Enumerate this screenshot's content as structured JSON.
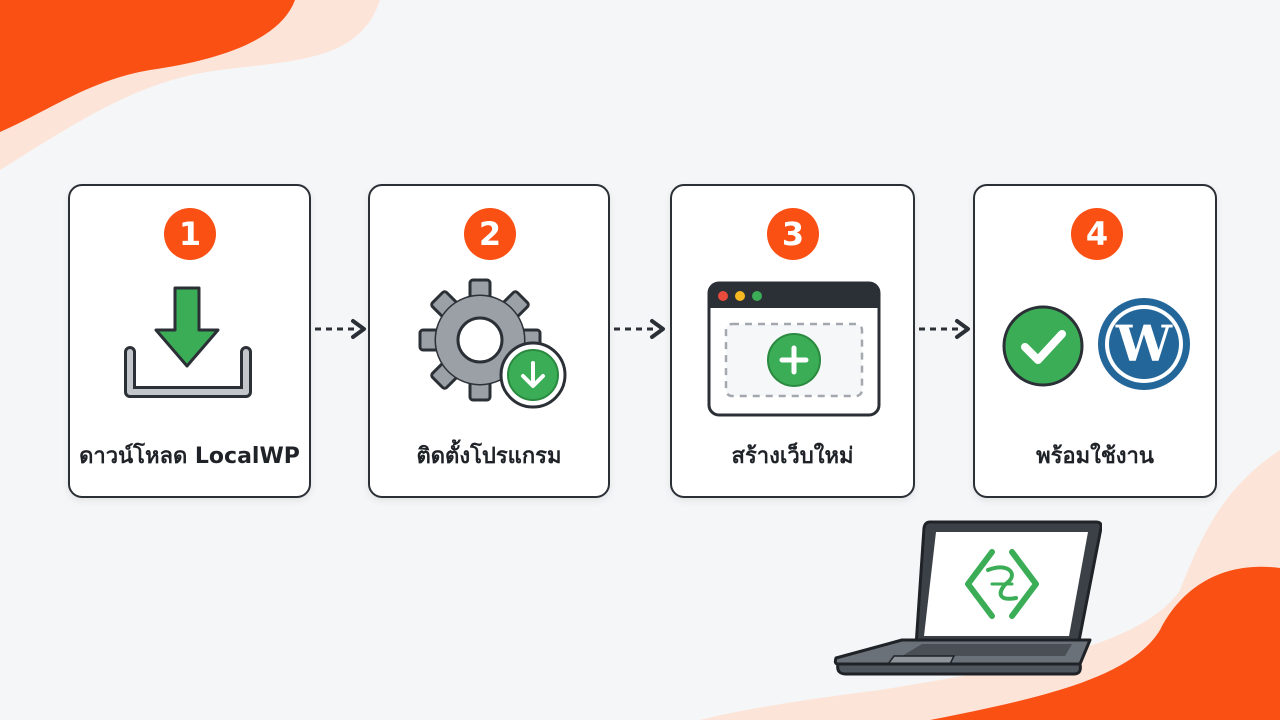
{
  "colors": {
    "accent": "#fa5014",
    "green": "#3cad57",
    "green_dark": "#2a8a40",
    "wp_blue": "#22669a",
    "dark": "#2b2f36",
    "grey": "#9aa0a6"
  },
  "steps": [
    {
      "number": "1",
      "label": "ดาวน์โหลด LocalWP",
      "icon": "download-icon"
    },
    {
      "number": "2",
      "label": "ติดตั้งโปรแกรม",
      "icon": "gear-install-icon"
    },
    {
      "number": "3",
      "label": "สร้างเว็บใหม่",
      "icon": "browser-add-icon"
    },
    {
      "number": "4",
      "label": "พร้อมใช้งาน",
      "icon": "check-wordpress-icon"
    }
  ],
  "laptop_icon": "localwp-logo-icon"
}
